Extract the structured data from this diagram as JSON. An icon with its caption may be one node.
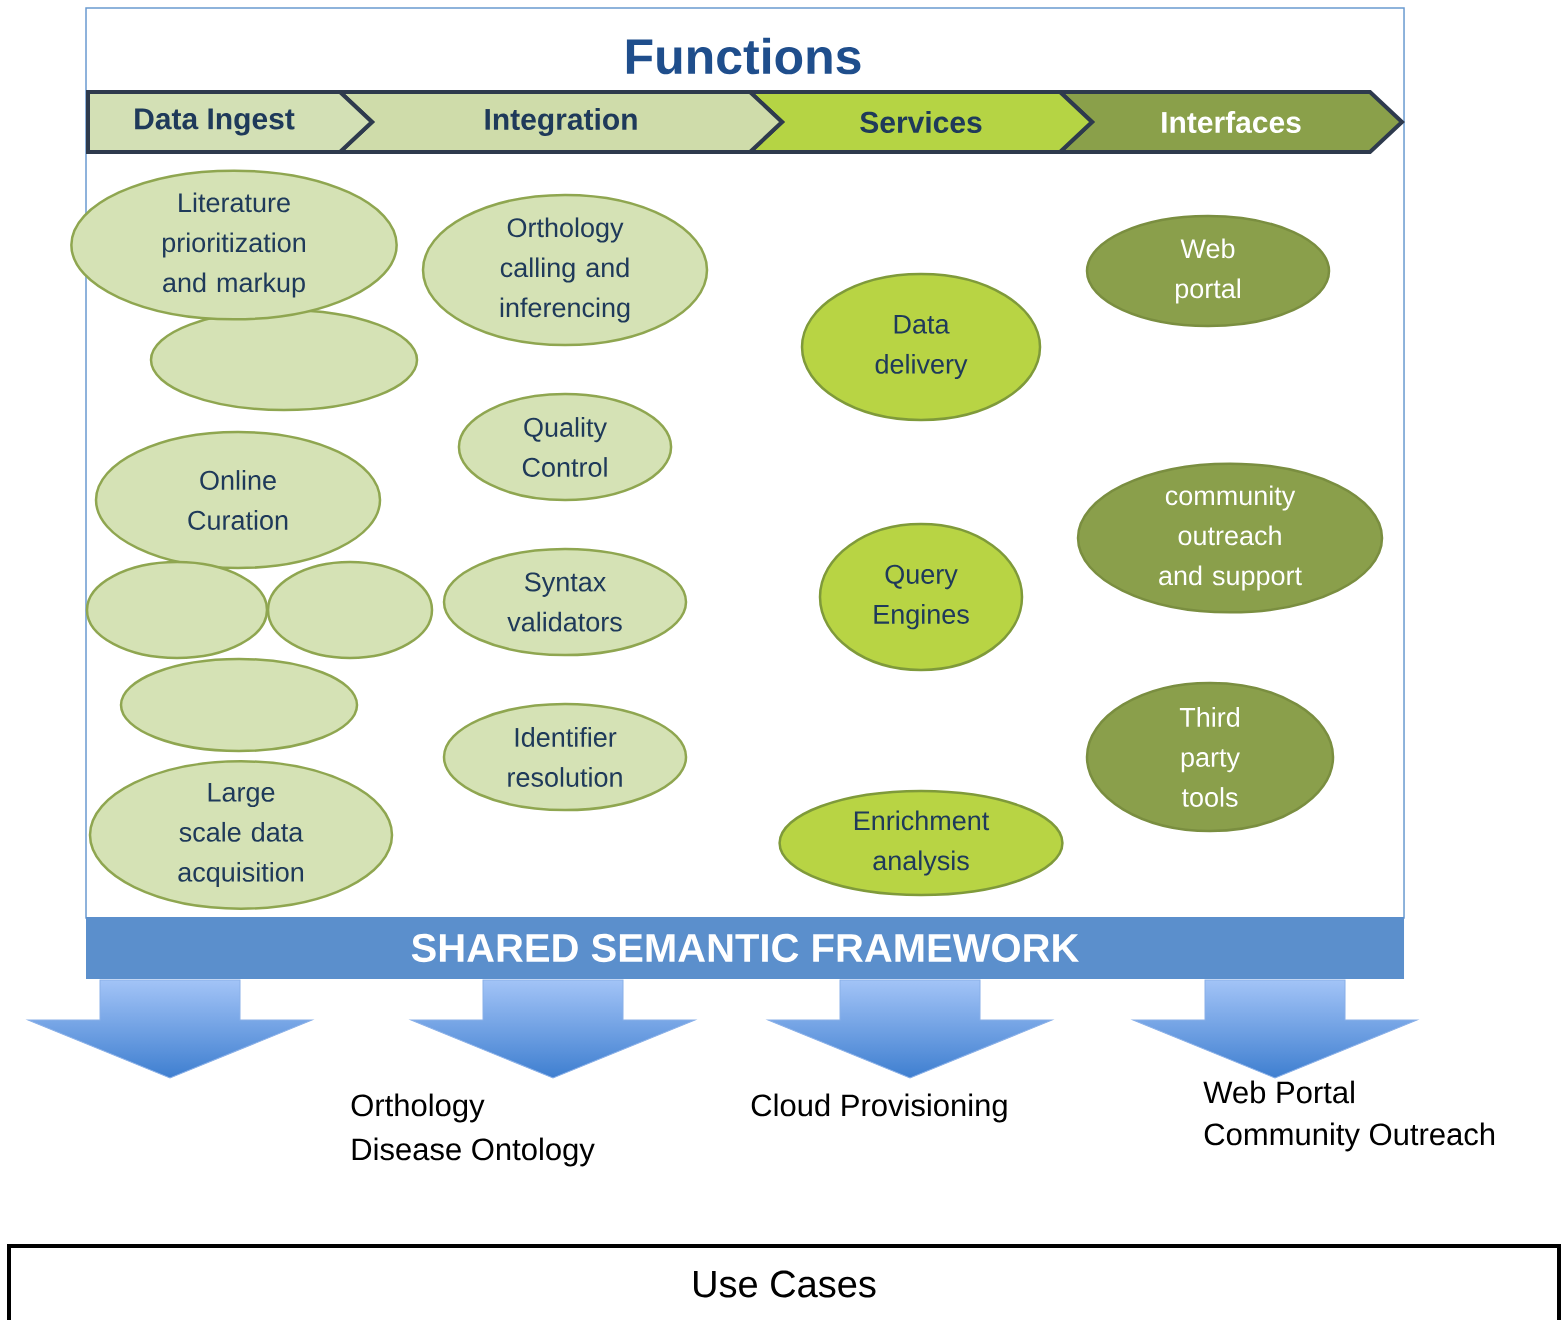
{
  "diagram": {
    "title": "Functions",
    "nodes": [
      {
        "text": [
          "Data Ingest"
        ]
      },
      {
        "text": [
          "Integration"
        ]
      },
      {
        "text": [
          "Services"
        ]
      },
      {
        "text": [
          "Interfaces"
        ]
      },
      {
        "text": [
          "Literature prioritization and markup"
        ]
      },
      {
        "text": [],
        "shape": "ellipse"
      },
      {
        "text": [
          "Online Curation"
        ]
      },
      {
        "text": [],
        "shape": "ellipse"
      },
      {
        "text": [],
        "shape": "ellipse"
      },
      {
        "text": [],
        "shape": "ellipse"
      },
      {
        "text": [
          "Large scale data acquisition"
        ]
      },
      {
        "text": [
          "Orthology calling and inferencing"
        ]
      },
      {
        "text": [
          "Quality Control"
        ]
      },
      {
        "text": [
          "Syntax validators"
        ]
      },
      {
        "text": [
          "Identifier resolution"
        ]
      },
      {
        "text": [
          "Data delivery"
        ]
      },
      {
        "text": [
          "Query Engines"
        ]
      },
      {
        "text": [
          "Enrichment analysis"
        ]
      },
      {
        "text": [
          "Web portal"
        ]
      },
      {
        "text": [
          "community outreach and support"
        ]
      },
      {
        "text": [
          "Third party tools"
        ]
      },
      {
        "text": [
          "SHARED SEMANTIC FRAMEWORK"
        ]
      },
      {
        "text": [
          "Use Cases"
        ]
      }
    ],
    "labels": [
      "Orthology",
      "Disease Ontology",
      "Cloud Provisioning",
      "Web Portal",
      "Community Outreach"
    ]
  }
}
